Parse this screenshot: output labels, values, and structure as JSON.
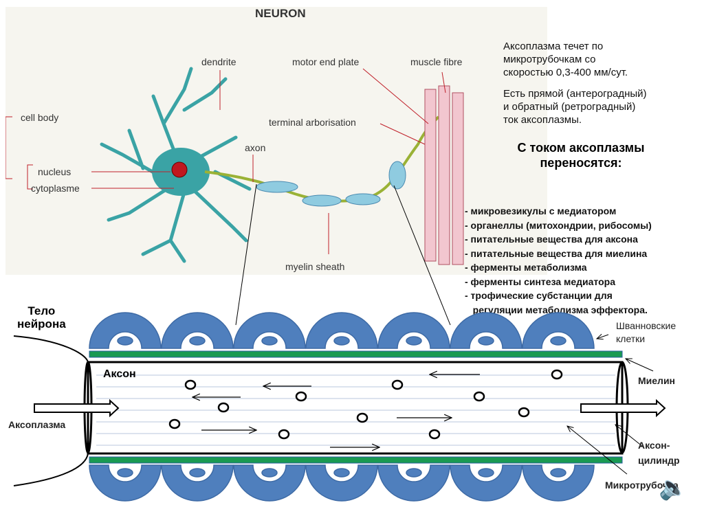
{
  "neuron_figure": {
    "title": "NEURON",
    "labels": {
      "dendrite": "dendrite",
      "cell_body": "cell body",
      "nucleus": "nucleus",
      "cytoplasme": "cytoplasme",
      "axon": "axon",
      "motor_end_plate": "motor end plate",
      "muscle_fibre": "muscle fibre",
      "terminal_arborisation": "terminal arborisation",
      "myelin_sheath": "myelin sheath"
    }
  },
  "info": {
    "p1": [
      "Аксоплазма течет по",
      "микротрубочкам со",
      "скоростью 0,3-400 мм/сут."
    ],
    "p2": [
      "Есть прямой (антероградный)",
      "и обратный (ретроградный)",
      "ток аксоплазмы."
    ],
    "heading": [
      "С током аксоплазмы",
      "переносятся:"
    ],
    "items": [
      "- микровезикулы с медиатором",
      "- органеллы (митохондрии, рибосомы)",
      "- питательные вещества для аксона",
      "- питательные вещества для миелина",
      "- ферменты метаболизма",
      "- ферменты синтеза медиатора",
      "- трофические субстанции для",
      "   регуляции метаболизма эффектора."
    ]
  },
  "axon_diagram": {
    "cell_body": [
      "Тело",
      "нейрона"
    ],
    "axon": "Аксон",
    "axoplasm": "Аксоплазма",
    "schwann": [
      "Шванновские",
      "клетки"
    ],
    "myelin": "Миелин",
    "axon_cylinder": [
      "Аксон-",
      "цилиндр"
    ],
    "microtubule": "Микротрубочка"
  },
  "colors": {
    "schwann": "#4f7fbd",
    "myelin": "#1a9a52",
    "neuron": "#3fa6a6"
  }
}
